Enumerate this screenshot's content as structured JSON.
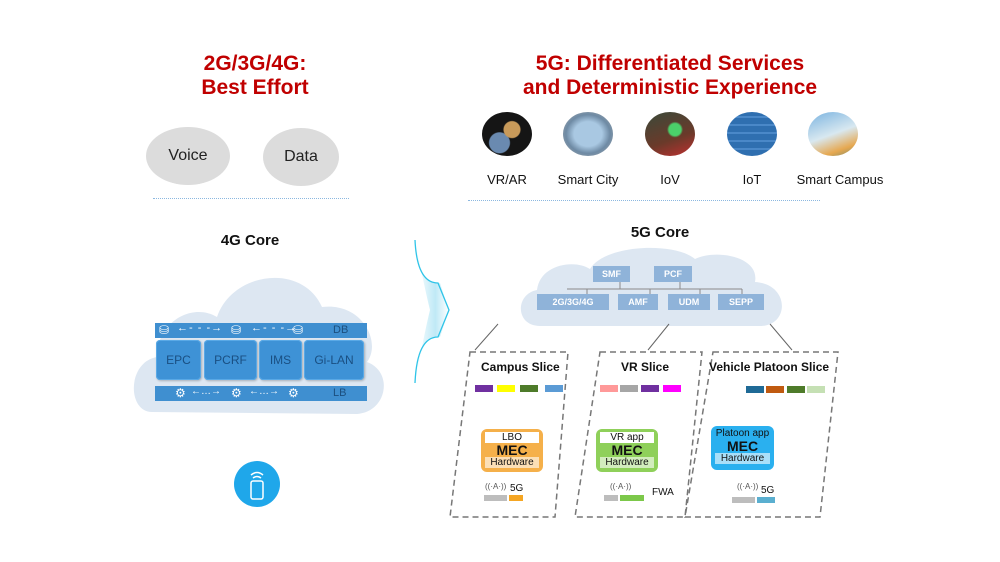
{
  "left": {
    "title_line1": "2G/3G/4G:",
    "title_line2": "Best Effort",
    "services": [
      "Voice",
      "Data"
    ],
    "core_title": "4G Core",
    "db_label": "DB",
    "lb_label": "LB",
    "network_functions": [
      "EPC",
      "PCRF",
      "IMS",
      "Gi-LAN"
    ],
    "device_icon": "mobile-device-wireless-icon"
  },
  "right": {
    "title_line1": "5G: Differentiated Services",
    "title_line2": "and Deterministic Experience",
    "services": [
      {
        "label": "VR/AR",
        "image": "vr-ar-photo"
      },
      {
        "label": "Smart City",
        "image": "smart-city-photo"
      },
      {
        "label": "IoV",
        "image": "iov-photo"
      },
      {
        "label": "IoT",
        "image": "iot-photo"
      },
      {
        "label": "Smart Campus",
        "image": "smart-campus-photo"
      }
    ],
    "core_title": "5G Core",
    "core_top_nfs": [
      "SMF",
      "PCF"
    ],
    "core_bottom_nfs": [
      "2G/3G/4G",
      "AMF",
      "UDM",
      "SEPP"
    ],
    "slices": [
      {
        "title": "Campus Slice",
        "swatches": [
          "#7030a0",
          "#ffff00",
          "#4e7b2a",
          "#5b9bd5"
        ],
        "app": "LBO",
        "mec": "MEC",
        "hardware": "Hardware",
        "mec_color": "#f5b04a",
        "access": "5G",
        "access_color": "#f5a623"
      },
      {
        "title": "VR Slice",
        "swatches": [
          "#ff9999",
          "#a6a6a6",
          "#7030a0",
          "#ff00ff"
        ],
        "app": "VR app",
        "mec": "MEC",
        "hardware": "Hardware",
        "mec_color": "#8fd05a",
        "access": "FWA",
        "access_color": "#7cc84a"
      },
      {
        "title": "Vehicle Platoon Slice",
        "swatches": [
          "#1f6a96",
          "#c05a10",
          "#4e7b2a",
          "#c5e0b4"
        ],
        "app": "Platoon app",
        "mec": "MEC",
        "hardware": "Hardware",
        "mec_color": "#2ab0ef",
        "access": "5G",
        "access_color": "#5aafd0"
      }
    ]
  },
  "colors": {
    "title_red": "#c00000",
    "arrow_cyan": "#2ec4e8",
    "cloud_blue": "#dde7f2"
  }
}
